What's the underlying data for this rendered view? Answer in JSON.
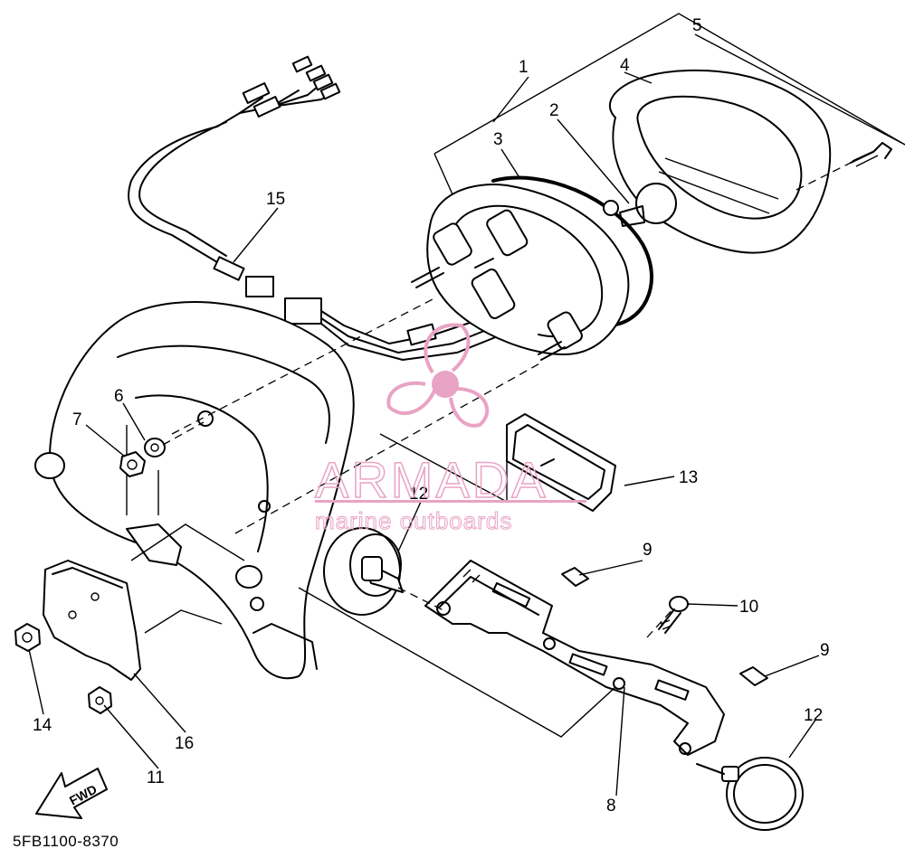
{
  "diagram": {
    "code": "5FB1100-8370",
    "fwd_label": "FWD",
    "callouts": [
      "1",
      "2",
      "3",
      "4",
      "5",
      "6",
      "7",
      "8",
      "9",
      "9",
      "10",
      "11",
      "12",
      "12",
      "13",
      "14",
      "15",
      "16"
    ],
    "watermark": {
      "brand": "ARMADA",
      "tagline": "marine outboards",
      "color": "#e9a3c4"
    }
  }
}
